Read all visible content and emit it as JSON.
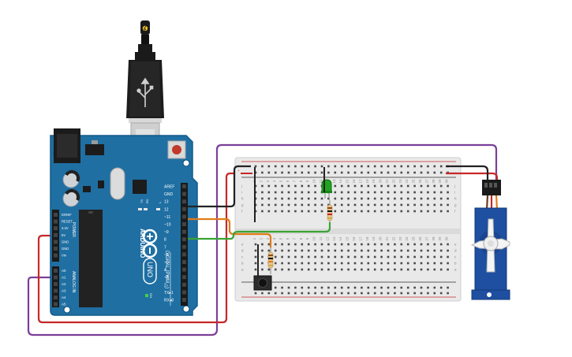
{
  "arduino": {
    "brand": "ARDUINO",
    "model": "UNO",
    "digital_label": "DIGITAL (PWM ~)",
    "on_label": "ON",
    "power_label": "POWER",
    "analog_label": "ANALOG IN",
    "tx_label": "TX",
    "rx_label": "RX",
    "l_label": "L",
    "digital_pins": [
      "AREF",
      "GND",
      "13",
      "12",
      "~11",
      "~10",
      "~9",
      "8",
      "7",
      "~6",
      "~5",
      "4",
      "~3",
      "2",
      "TX▸1",
      "RX◂0"
    ],
    "power_pins": [
      "IOREF",
      "RESET",
      "3.3V",
      "5V",
      "GND",
      "GND",
      "Vin"
    ],
    "analog_pins": [
      "A0",
      "A1",
      "A2",
      "A3",
      "A4",
      "A5"
    ]
  },
  "breadboard": {
    "row_letters_top": [
      "j",
      "i",
      "h",
      "g",
      "f"
    ],
    "row_letters_bottom": [
      "e",
      "d",
      "c",
      "b",
      "a"
    ],
    "column_numbers": [
      "1",
      "2",
      "3",
      "4",
      "5",
      "6",
      "7",
      "8",
      "9",
      "10",
      "11",
      "12",
      "13",
      "14",
      "15",
      "16",
      "17",
      "18",
      "19",
      "20",
      "21",
      "22",
      "23",
      "24",
      "25",
      "26",
      "27",
      "28",
      "29",
      "30"
    ],
    "rail_plus": "+",
    "rail_minus": "-"
  },
  "colors": {
    "board": "#1f6fa3",
    "board_edge": "#135a8a",
    "breadboard": "#e9e9e9",
    "wire_red": "#c62828",
    "wire_purple": "#7b3f98",
    "wire_orange": "#e07b1a",
    "wire_green": "#3aa335",
    "wire_black": "#222222",
    "led": "#1fa51f",
    "servo": "#1e4fa0"
  }
}
